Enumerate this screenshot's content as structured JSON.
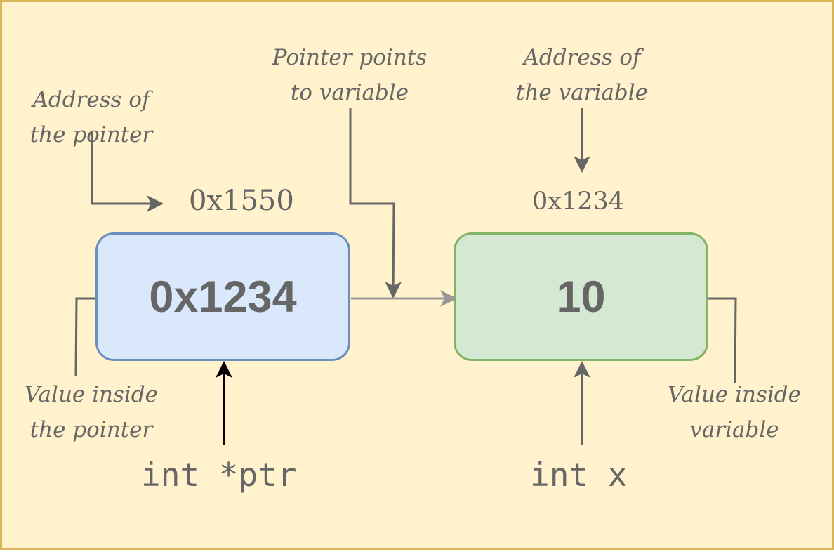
{
  "notes": {
    "pointer_address": [
      "Address of",
      "the pointer"
    ],
    "pointer_points": [
      "Pointer points",
      "to variable"
    ],
    "variable_address": [
      "Address of",
      "the variable"
    ],
    "pointer_value": [
      "Value inside",
      "the pointer"
    ],
    "variable_value": [
      "Value inside",
      "variable"
    ]
  },
  "addresses": {
    "pointer": "0x1550",
    "variable": "0x1234"
  },
  "boxes": {
    "pointer_value": "0x1234",
    "variable_value": "10"
  },
  "declarations": {
    "pointer": "int *ptr",
    "variable": "int x"
  },
  "colors": {
    "background": "#fff2cc",
    "background_border": "#d6b656",
    "pointer_box_fill": "#dae8fc",
    "pointer_box_border": "#6c8ebf",
    "variable_box_fill": "#d5e8d4",
    "variable_box_border": "#82b366",
    "text": "#666666"
  }
}
